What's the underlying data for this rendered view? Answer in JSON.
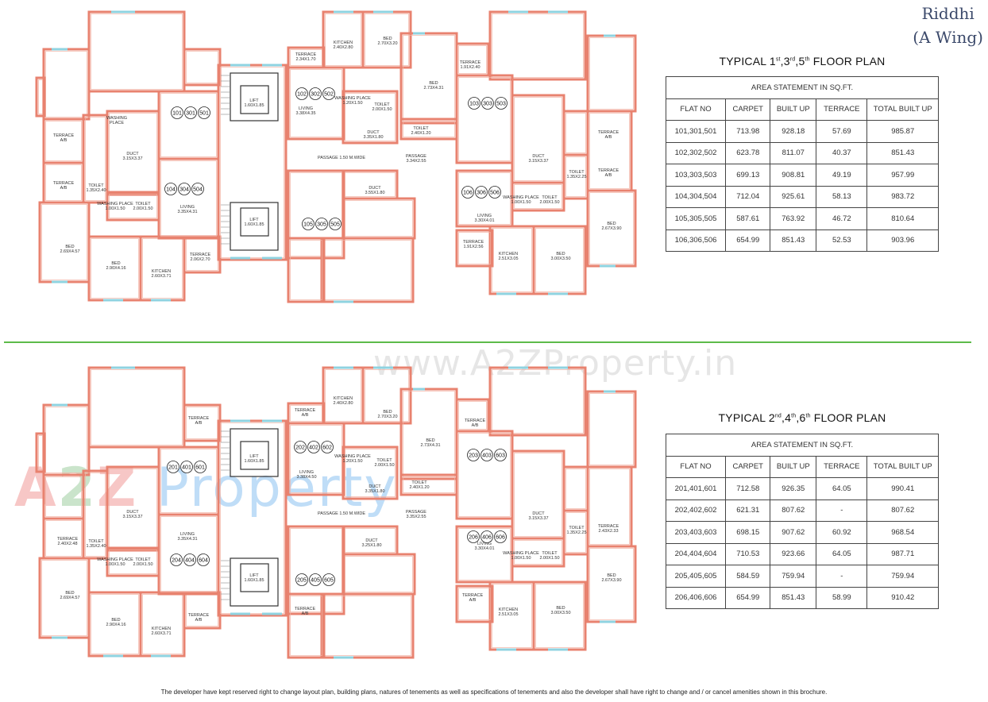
{
  "header": {
    "title_line1": "Riddhi",
    "title_line2": "(A Wing)"
  },
  "watermark": {
    "text": "www.A2ZProperty.in",
    "logo": [
      "A",
      "2",
      "Z",
      " Property"
    ]
  },
  "colors": {
    "wall": "#e8826f",
    "wall_inner": "#f3b3a4",
    "window": "#8fd3e0",
    "divider": "#5dbb4a",
    "title": "#3c4a6b"
  },
  "plans": [
    {
      "title": {
        "pre": "TYPICAL 1",
        "s1": "st",
        "m1": ",3",
        "s2": "rd",
        "m2": ",5",
        "s3": "th",
        "post": " FLOOR PLAN"
      },
      "table": {
        "caption": "AREA STATEMENT IN SQ.FT.",
        "headers": [
          "FLAT NO",
          "CARPET",
          "BUILT UP",
          "TERRACE",
          "TOTAL BUILT UP"
        ],
        "rows": [
          [
            "101,301,501",
            "713.98",
            "928.18",
            "57.69",
            "985.87"
          ],
          [
            "102,302,502",
            "623.78",
            "811.07",
            "40.37",
            "851.43"
          ],
          [
            "103,303,503",
            "699.13",
            "908.81",
            "49.19",
            "957.99"
          ],
          [
            "104,304,504",
            "712.04",
            "925.61",
            "58.13",
            "983.72"
          ],
          [
            "105,305,505",
            "587.61",
            "763.92",
            "46.72",
            "810.64"
          ],
          [
            "106,306,506",
            "654.99",
            "851.43",
            "52.53",
            "903.96"
          ]
        ]
      },
      "flat_numbers": [
        [
          "101",
          "301",
          "501"
        ],
        [
          "104",
          "304",
          "504"
        ],
        [
          "102",
          "302",
          "502"
        ],
        [
          "105",
          "305",
          "505"
        ],
        [
          "103",
          "303",
          "503"
        ],
        [
          "106",
          "306",
          "506"
        ]
      ],
      "rooms": [
        [
          "TERRACE",
          "A/B"
        ],
        [
          "TERRACE",
          "A/B"
        ],
        [
          "WASHING",
          "PLACE"
        ],
        [
          "DUCT",
          "3.15X3.37"
        ],
        [
          "TOILET",
          "1.35X2.40"
        ],
        [
          "WASHING PLACE",
          "1.00X1.50"
        ],
        [
          "TOILET",
          "2.00X1.50"
        ],
        [
          "LIVING",
          "3.35X4.31"
        ],
        [
          "BED",
          "2.69X4.57"
        ],
        [
          "BED",
          "2.90X4.16"
        ],
        [
          "KITCHEN",
          "2.60X3.71"
        ],
        [
          "TERRACE",
          "2.06X2.70"
        ],
        [
          "LIFT",
          "1.60X1.85"
        ],
        [
          "LIFT",
          "1.60X1.85"
        ],
        [
          "TERRACE",
          "2.34X1.70"
        ],
        [
          "KITCHEN",
          "2.40X2.80"
        ],
        [
          "BED",
          "2.70X3.20"
        ],
        [
          "LIVING",
          "3.38X4.35"
        ],
        [
          "WASHING PLACE",
          "1.20X1.50"
        ],
        [
          "TOILET",
          "2.00X1.50"
        ],
        [
          "DUCT",
          "3.35X1.80"
        ],
        [
          "BED",
          "2.73X4.31"
        ],
        [
          "TOILET",
          "2.40X1.20"
        ],
        [
          "TERRACE",
          "1.91X2.40"
        ],
        [
          "PASSAGE 1.50 M.WIDE",
          ""
        ],
        [
          "PASSAGE",
          "3.34X2.55"
        ],
        [
          "DUCT",
          "3.55X1.80"
        ],
        [
          "LIVING",
          "3.30X4.01"
        ],
        [
          "TERRACE",
          "1.91X2.56"
        ],
        [
          "KITCHEN",
          "2.51X3.05"
        ],
        [
          "BED",
          "3.00X3.50"
        ],
        [
          "DUCT",
          "3.15X3.37"
        ],
        [
          "TOILET",
          "1.35X2.25"
        ],
        [
          "WASHING PLACE",
          "1.00X1.50"
        ],
        [
          "TOILET",
          "2.00X1.50"
        ],
        [
          "TERRACE",
          "A/B"
        ],
        [
          "TERRACE",
          "A/B"
        ],
        [
          "BED",
          "2.67X3.90"
        ]
      ]
    },
    {
      "title": {
        "pre": "TYPICAL 2",
        "s1": "nd",
        "m1": ",4",
        "s2": "th",
        "m2": ",6",
        "s3": "th",
        "post": " FLOOR PLAN"
      },
      "table": {
        "caption": "AREA STATEMENT IN SQ.FT.",
        "headers": [
          "FLAT NO",
          "CARPET",
          "BUILT UP",
          "TERRACE",
          "TOTAL BUILT UP"
        ],
        "rows": [
          [
            "201,401,601",
            "712.58",
            "926.35",
            "64.05",
            "990.41"
          ],
          [
            "202,402,602",
            "621.31",
            "807.62",
            "-",
            "807.62"
          ],
          [
            "203,403,603",
            "698.15",
            "907.62",
            "60.92",
            "968.54"
          ],
          [
            "204,404,604",
            "710.53",
            "923.66",
            "64.05",
            "987.71"
          ],
          [
            "205,405,605",
            "584.59",
            "759.94",
            "-",
            "759.94"
          ],
          [
            "206,406,606",
            "654.99",
            "851.43",
            "58.99",
            "910.42"
          ]
        ]
      },
      "flat_numbers": [
        [
          "201",
          "401",
          "601"
        ],
        [
          "204",
          "404",
          "604"
        ],
        [
          "202",
          "402",
          "602"
        ],
        [
          "205",
          "405",
          "605"
        ],
        [
          "203",
          "403",
          "603"
        ],
        [
          "206",
          "406",
          "606"
        ]
      ],
      "rooms": [
        [
          "TERRACE",
          "A/B"
        ],
        [
          "TERRACE",
          "2.40X2.48"
        ],
        [
          "DUCT",
          "3.15X3.37"
        ],
        [
          "TOILET",
          "1.35X2.40"
        ],
        [
          "WASHING PLACE",
          "1.00X1.50"
        ],
        [
          "TOILET",
          "2.00X1.50"
        ],
        [
          "LIVING",
          "3.35X4.31"
        ],
        [
          "BED",
          "2.69X4.57"
        ],
        [
          "BED",
          "2.90X4.16"
        ],
        [
          "KITCHEN",
          "2.60X3.71"
        ],
        [
          "TERRACE",
          "A/B"
        ],
        [
          "LIFT",
          "1.60X1.85"
        ],
        [
          "LIFT",
          "1.60X1.85"
        ],
        [
          "TERRACE",
          "A/B"
        ],
        [
          "KITCHEN",
          "2.40X2.80"
        ],
        [
          "BED",
          "2.70X3.20"
        ],
        [
          "LIVING",
          "3.38X4.50"
        ],
        [
          "WASHING PLACE",
          "1.20X1.50"
        ],
        [
          "TOILET",
          "2.00X1.50"
        ],
        [
          "DUCT",
          "3.35X1.80"
        ],
        [
          "BED",
          "2.73X4.31"
        ],
        [
          "TOILET",
          "2.40X1.20"
        ],
        [
          "TERRACE",
          "A/B"
        ],
        [
          "PASSAGE 1.50 M.WIDE",
          ""
        ],
        [
          "PASSAGE",
          "3.35X2.55"
        ],
        [
          "DUCT",
          "3.25X1.80"
        ],
        [
          "LIVING",
          "3.30X4.01"
        ],
        [
          "TERRACE",
          "A/B"
        ],
        [
          "KITCHEN",
          "2.51X3.05"
        ],
        [
          "BED",
          "3.00X3.50"
        ],
        [
          "DUCT",
          "3.15X3.37"
        ],
        [
          "TOILET",
          "1.35X2.25"
        ],
        [
          "WASHING PLACE",
          "1.00X1.50"
        ],
        [
          "TOILET",
          "2.00X1.50"
        ],
        [
          "TERRACE",
          "2.43X2.33"
        ],
        [
          "BED",
          "2.67X3.90"
        ],
        [
          "TERRACE",
          "A/B"
        ]
      ]
    }
  ],
  "footer": "The developer have kept reserved right to change layout plan, building plans, natures of tenements as well as specifications of tenements and also the developer shall have right to change and / or cancel amenities shown in this brochure."
}
